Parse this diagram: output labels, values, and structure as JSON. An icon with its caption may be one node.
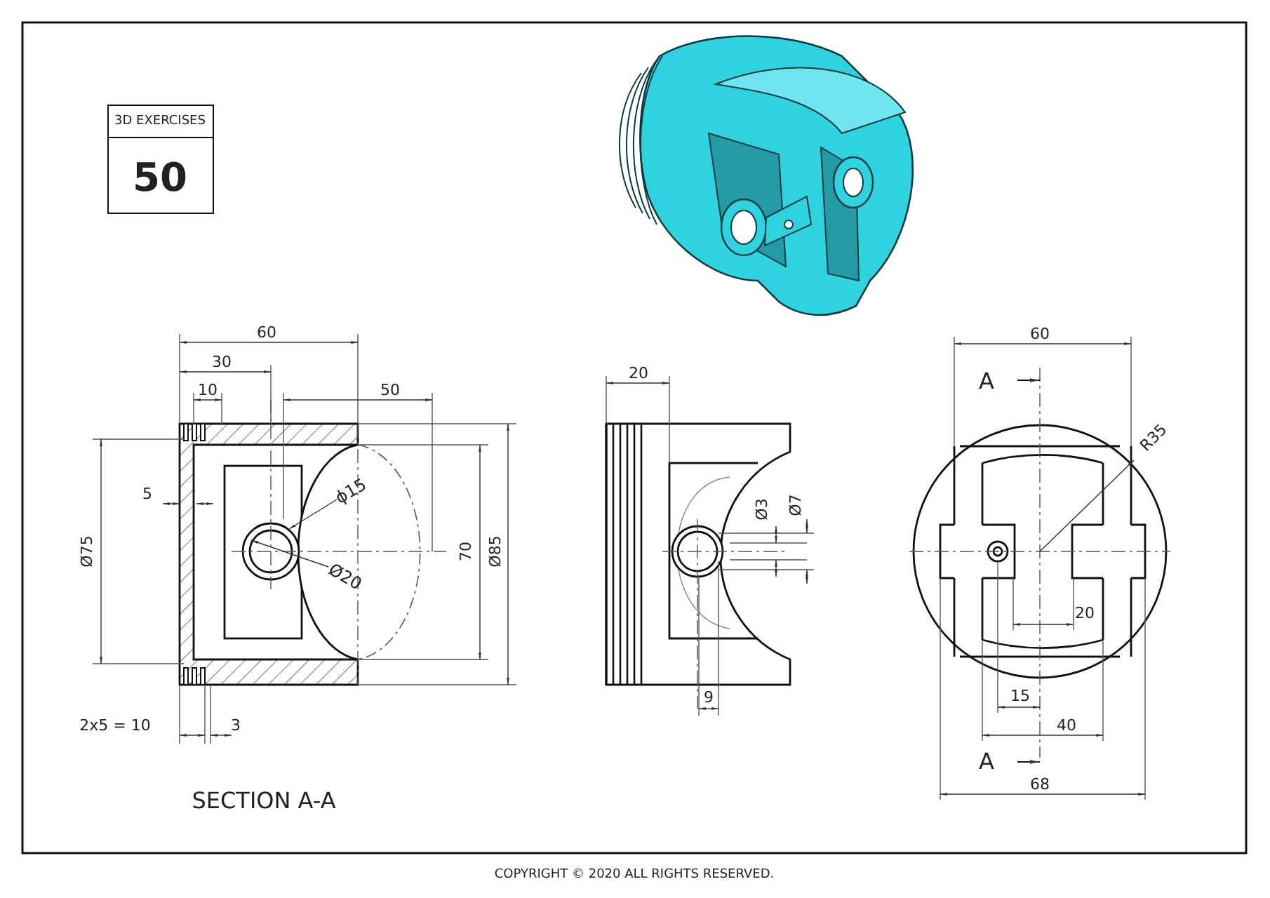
{
  "diagram": {
    "nodes": [
      {
        "text": [
          "ϕ15"
        ]
      },
      {
        "text": [
          "Ø20"
        ]
      },
      {
        "text": [
          "R35"
        ]
      }
    ],
    "edges": [
      {
        "from": 0,
        "to": null,
        "arrow": "to"
      },
      {
        "from": 1,
        "to": null,
        "arrow": "to"
      },
      {
        "from": null,
        "to": 2,
        "arrow": "to"
      }
    ],
    "labels": [
      "3D EXERCISES",
      "50",
      "60",
      "30",
      "10",
      "50",
      "5",
      "Ø75",
      "70",
      "Ø85",
      "2x5 = 10",
      "3",
      "SECTION A-A",
      "20",
      "Ø3",
      "Ø7",
      "9",
      "60",
      "A",
      "20",
      "15",
      "40",
      "A",
      "68",
      "COPYRIGHT © 2020 ALL RIGHTS RESERVED."
    ]
  }
}
